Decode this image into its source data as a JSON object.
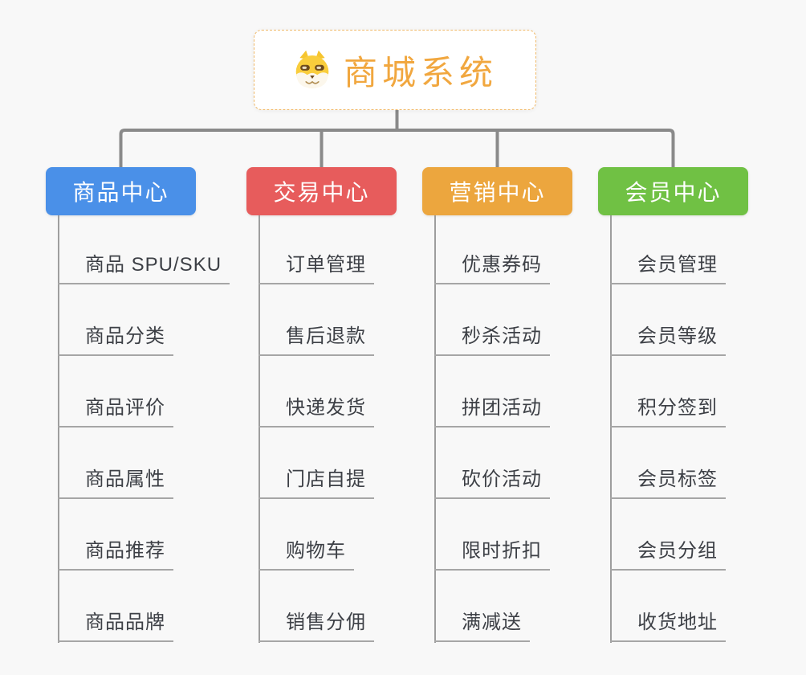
{
  "root": {
    "title": "商城系统",
    "icon": "shiba-dog-icon",
    "title_color": "#f1a73f",
    "border_color": "#f0b969"
  },
  "connector_color": "#8a8a8a",
  "background_color": "#f8f8f8",
  "branches": [
    {
      "label": "商品中心",
      "color": "#4a90e8",
      "children": [
        "商品 SPU/SKU",
        "商品分类",
        "商品评价",
        "商品属性",
        "商品推荐",
        "商品品牌"
      ]
    },
    {
      "label": "交易中心",
      "color": "#e75c5c",
      "children": [
        "订单管理",
        "售后退款",
        "快递发货",
        "门店自提",
        "购物车",
        "销售分佣"
      ]
    },
    {
      "label": "营销中心",
      "color": "#eca63e",
      "children": [
        "优惠券码",
        "秒杀活动",
        "拼团活动",
        "砍价活动",
        "限时折扣",
        "满减送"
      ]
    },
    {
      "label": "会员中心",
      "color": "#70c144",
      "children": [
        "会员管理",
        "会员等级",
        "积分签到",
        "会员标签",
        "会员分组",
        "收货地址"
      ]
    }
  ]
}
